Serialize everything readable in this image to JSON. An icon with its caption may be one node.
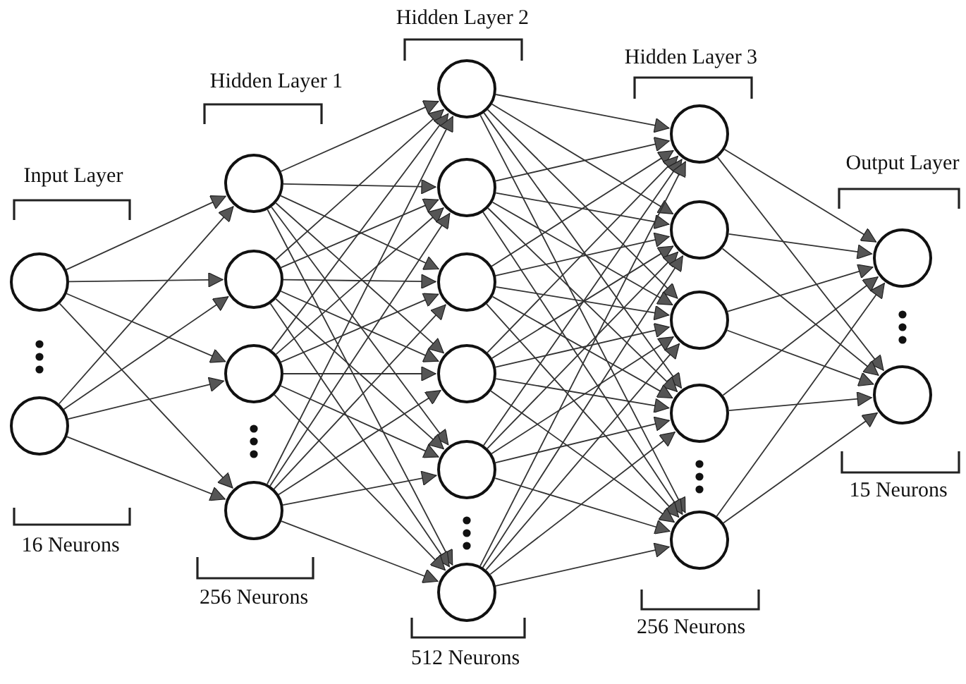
{
  "diagram": {
    "nodes": [
      {
        "text": [],
        "shape": "circle"
      },
      {
        "text": [],
        "shape": "circle"
      },
      {
        "text": [],
        "shape": "circle"
      },
      {
        "text": [],
        "shape": "circle"
      },
      {
        "text": [],
        "shape": "circle"
      },
      {
        "text": [],
        "shape": "circle"
      },
      {
        "text": [],
        "shape": "circle"
      },
      {
        "text": [],
        "shape": "circle"
      },
      {
        "text": [],
        "shape": "circle"
      },
      {
        "text": [],
        "shape": "circle"
      },
      {
        "text": [],
        "shape": "circle"
      },
      {
        "text": [],
        "shape": "circle"
      },
      {
        "text": [],
        "shape": "circle"
      },
      {
        "text": [],
        "shape": "circle"
      },
      {
        "text": [],
        "shape": "circle"
      },
      {
        "text": [],
        "shape": "circle"
      },
      {
        "text": [],
        "shape": "circle"
      },
      {
        "text": [],
        "shape": "circle"
      },
      {
        "text": [],
        "shape": "circle"
      }
    ],
    "edges": [
      {
        "from": 0,
        "to": 2,
        "arrow": "to"
      },
      {
        "from": 0,
        "to": 3,
        "arrow": "to"
      },
      {
        "from": 0,
        "to": 4,
        "arrow": "to"
      },
      {
        "from": 0,
        "to": 5,
        "arrow": "to"
      },
      {
        "from": 1,
        "to": 2,
        "arrow": "to"
      },
      {
        "from": 1,
        "to": 3,
        "arrow": "to"
      },
      {
        "from": 1,
        "to": 4,
        "arrow": "to"
      },
      {
        "from": 1,
        "to": 5,
        "arrow": "to"
      },
      {
        "from": 2,
        "to": 6,
        "arrow": "to"
      },
      {
        "from": 2,
        "to": 7,
        "arrow": "to"
      },
      {
        "from": 2,
        "to": 8,
        "arrow": "to"
      },
      {
        "from": 2,
        "to": 9,
        "arrow": "to"
      },
      {
        "from": 2,
        "to": 10,
        "arrow": "to"
      },
      {
        "from": 2,
        "to": 11,
        "arrow": "to"
      },
      {
        "from": 3,
        "to": 6,
        "arrow": "to"
      },
      {
        "from": 3,
        "to": 7,
        "arrow": "to"
      },
      {
        "from": 3,
        "to": 8,
        "arrow": "to"
      },
      {
        "from": 3,
        "to": 9,
        "arrow": "to"
      },
      {
        "from": 3,
        "to": 10,
        "arrow": "to"
      },
      {
        "from": 3,
        "to": 11,
        "arrow": "to"
      },
      {
        "from": 4,
        "to": 6,
        "arrow": "to"
      },
      {
        "from": 4,
        "to": 7,
        "arrow": "to"
      },
      {
        "from": 4,
        "to": 8,
        "arrow": "to"
      },
      {
        "from": 4,
        "to": 9,
        "arrow": "to"
      },
      {
        "from": 4,
        "to": 10,
        "arrow": "to"
      },
      {
        "from": 4,
        "to": 11,
        "arrow": "to"
      },
      {
        "from": 5,
        "to": 6,
        "arrow": "to"
      },
      {
        "from": 5,
        "to": 7,
        "arrow": "to"
      },
      {
        "from": 5,
        "to": 8,
        "arrow": "to"
      },
      {
        "from": 5,
        "to": 9,
        "arrow": "to"
      },
      {
        "from": 5,
        "to": 10,
        "arrow": "to"
      },
      {
        "from": 5,
        "to": 11,
        "arrow": "to"
      },
      {
        "from": 6,
        "to": 12,
        "arrow": "to"
      },
      {
        "from": 6,
        "to": 13,
        "arrow": "to"
      },
      {
        "from": 6,
        "to": 14,
        "arrow": "to"
      },
      {
        "from": 6,
        "to": 15,
        "arrow": "to"
      },
      {
        "from": 6,
        "to": 16,
        "arrow": "to"
      },
      {
        "from": 7,
        "to": 12,
        "arrow": "to"
      },
      {
        "from": 7,
        "to": 13,
        "arrow": "to"
      },
      {
        "from": 7,
        "to": 14,
        "arrow": "to"
      },
      {
        "from": 7,
        "to": 15,
        "arrow": "to"
      },
      {
        "from": 7,
        "to": 16,
        "arrow": "to"
      },
      {
        "from": 8,
        "to": 12,
        "arrow": "to"
      },
      {
        "from": 8,
        "to": 13,
        "arrow": "to"
      },
      {
        "from": 8,
        "to": 14,
        "arrow": "to"
      },
      {
        "from": 8,
        "to": 15,
        "arrow": "to"
      },
      {
        "from": 8,
        "to": 16,
        "arrow": "to"
      },
      {
        "from": 9,
        "to": 12,
        "arrow": "to"
      },
      {
        "from": 9,
        "to": 13,
        "arrow": "to"
      },
      {
        "from": 9,
        "to": 14,
        "arrow": "to"
      },
      {
        "from": 9,
        "to": 15,
        "arrow": "to"
      },
      {
        "from": 9,
        "to": 16,
        "arrow": "to"
      },
      {
        "from": 10,
        "to": 12,
        "arrow": "to"
      },
      {
        "from": 10,
        "to": 13,
        "arrow": "to"
      },
      {
        "from": 10,
        "to": 14,
        "arrow": "to"
      },
      {
        "from": 10,
        "to": 15,
        "arrow": "to"
      },
      {
        "from": 10,
        "to": 16,
        "arrow": "to"
      },
      {
        "from": 11,
        "to": 12,
        "arrow": "to"
      },
      {
        "from": 11,
        "to": 13,
        "arrow": "to"
      },
      {
        "from": 11,
        "to": 14,
        "arrow": "to"
      },
      {
        "from": 11,
        "to": 15,
        "arrow": "to"
      },
      {
        "from": 11,
        "to": 16,
        "arrow": "to"
      },
      {
        "from": 12,
        "to": 17,
        "arrow": "to"
      },
      {
        "from": 12,
        "to": 18,
        "arrow": "to"
      },
      {
        "from": 13,
        "to": 17,
        "arrow": "to"
      },
      {
        "from": 13,
        "to": 18,
        "arrow": "to"
      },
      {
        "from": 14,
        "to": 17,
        "arrow": "to"
      },
      {
        "from": 14,
        "to": 18,
        "arrow": "to"
      },
      {
        "from": 15,
        "to": 17,
        "arrow": "to"
      },
      {
        "from": 15,
        "to": 18,
        "arrow": "to"
      },
      {
        "from": 16,
        "to": 17,
        "arrow": "to"
      },
      {
        "from": 16,
        "to": 18,
        "arrow": "to"
      }
    ],
    "labels": [
      "Hidden Layer 2",
      "Hidden Layer 3",
      "Hidden Layer 1",
      "Output Layer",
      "Input Layer",
      "15 Neurons",
      "16 Neurons",
      "256 Neurons",
      "256 Neurons",
      "512 Neurons"
    ]
  }
}
